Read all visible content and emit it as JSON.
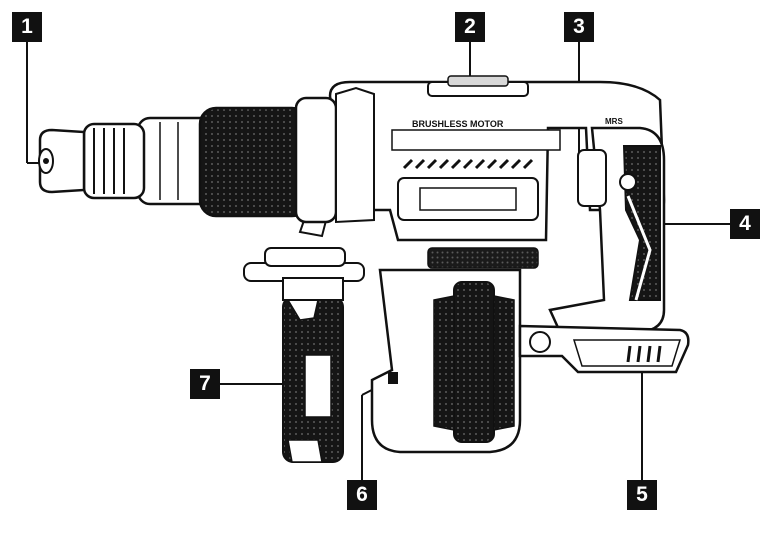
{
  "drill": {
    "motor_label": "BRUSHLESS MOTOR",
    "badge_text": "MRS"
  },
  "callouts": [
    "1",
    "2",
    "3",
    "4",
    "5",
    "6",
    "7"
  ]
}
